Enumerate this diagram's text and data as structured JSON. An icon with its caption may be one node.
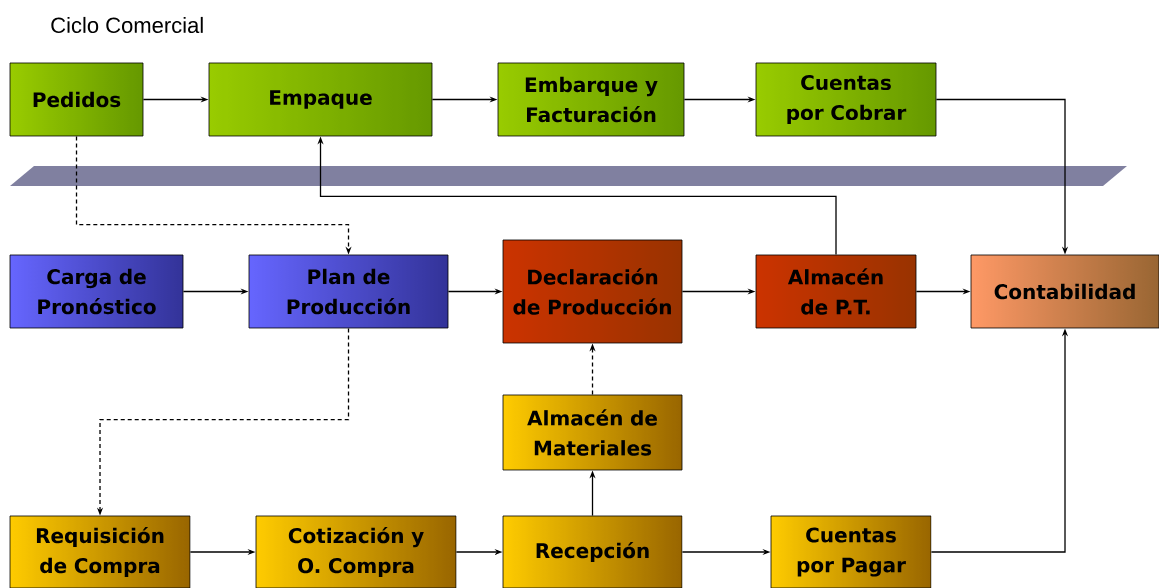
{
  "diagram": {
    "title": "Ciclo Comercial",
    "nodes": [
      {
        "text": [
          "Pedidos"
        ]
      },
      {
        "text": [
          "Empaque"
        ]
      },
      {
        "text": [
          "Embarque y Facturación"
        ]
      },
      {
        "text": [
          "Cuentas por Cobrar"
        ]
      },
      {
        "text": [
          "Carga de Pronóstico"
        ]
      },
      {
        "text": [
          "Plan de Producción"
        ]
      },
      {
        "text": [
          "Declaración de Producción"
        ]
      },
      {
        "text": [
          "Almacén de P.T."
        ]
      },
      {
        "text": [
          "Contabilidad"
        ]
      },
      {
        "text": [
          "Almacén de Materiales"
        ]
      },
      {
        "text": [
          "Requisición de Compra"
        ]
      },
      {
        "text": [
          "Cotización y O. Compra"
        ]
      },
      {
        "text": [
          "Recepción"
        ]
      },
      {
        "text": [
          "Cuentas por Pagar"
        ]
      }
    ],
    "edges": [
      {
        "from": 0,
        "to": 1,
        "arrow": "to"
      },
      {
        "from": 1,
        "to": 2,
        "arrow": "to"
      },
      {
        "from": 2,
        "to": 3,
        "arrow": "to"
      },
      {
        "from": 3,
        "to": 8,
        "arrow": "to"
      },
      {
        "from": 0,
        "to": 5,
        "arrow": "to",
        "style": "dashed"
      },
      {
        "from": 4,
        "to": 5,
        "arrow": "to"
      },
      {
        "from": 5,
        "to": 6,
        "arrow": "to"
      },
      {
        "from": 6,
        "to": 7,
        "arrow": "to"
      },
      {
        "from": 7,
        "to": 8,
        "arrow": "to"
      },
      {
        "from": 7,
        "to": 1,
        "arrow": "to"
      },
      {
        "from": 5,
        "to": 10,
        "arrow": "to",
        "style": "dashed"
      },
      {
        "from": 10,
        "to": 11,
        "arrow": "to"
      },
      {
        "from": 11,
        "to": 12,
        "arrow": "to"
      },
      {
        "from": 12,
        "to": 9,
        "arrow": "to"
      },
      {
        "from": 9,
        "to": 6,
        "arrow": "to",
        "style": "dashed"
      },
      {
        "from": 12,
        "to": 13,
        "arrow": "to"
      },
      {
        "from": 13,
        "to": 8,
        "arrow": "to"
      }
    ]
  }
}
